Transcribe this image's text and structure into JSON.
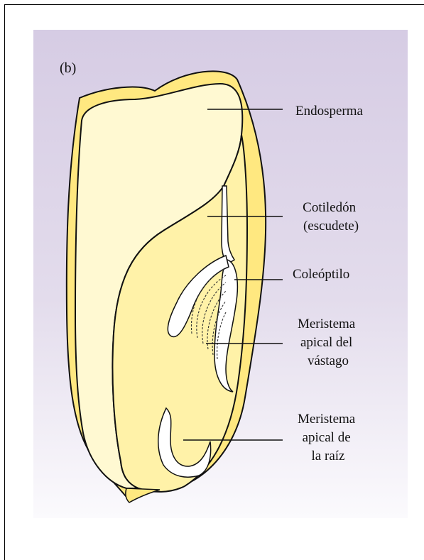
{
  "figure": {
    "panel_label": "(b)",
    "labels": {
      "endosperm": [
        "Endosperma"
      ],
      "cotyledon": [
        "Cotiledón",
        "(escudete)"
      ],
      "coleoptile": [
        "Coleóptilo"
      ],
      "shoot_meristem": [
        "Meristema",
        "apical del",
        "vástago"
      ],
      "root_meristem": [
        "Meristema",
        "apical de",
        "la raíz"
      ]
    }
  }
}
